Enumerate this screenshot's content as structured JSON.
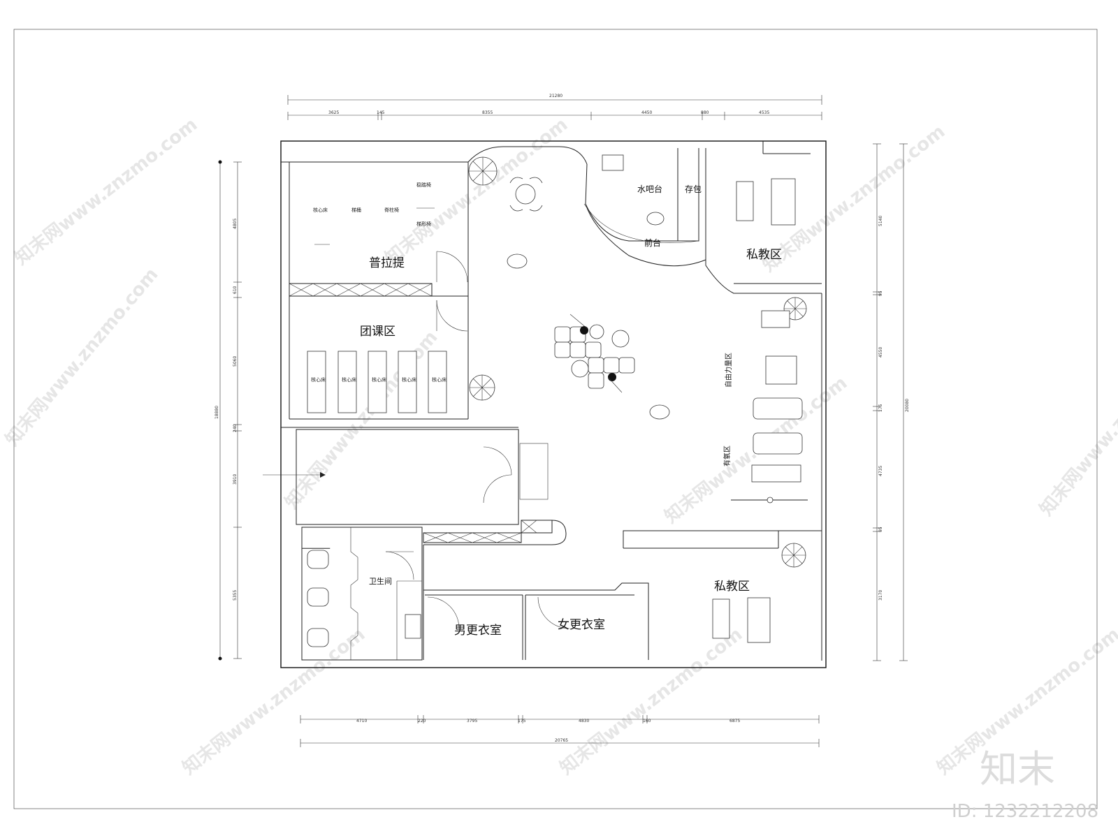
{
  "rooms": {
    "pilates": "普拉提",
    "group_class": "团课区",
    "water_bar": "水吧台",
    "bag_storage": "存包",
    "front_desk": "前台",
    "private_training_top": "私教区",
    "private_training_bottom": "私教区",
    "free_weights": "自由力量区",
    "cardio": "有氧区",
    "restroom": "卫生间",
    "mens_locker": "男更衣室",
    "womens_locker": "女更衣室"
  },
  "small_labels": {
    "equip_1": "稳踏椅",
    "equip_2": "核心床",
    "equip_3": "梯桶",
    "equip_4": "脊柱椅",
    "equip_5": "梯形椅",
    "core_bed": "核心床"
  },
  "dimensions": {
    "top_total": "21280",
    "top_segments": [
      "3625",
      "145",
      "8355",
      "4450",
      "880",
      "4535"
    ],
    "bottom_total": "20765",
    "bottom_segments": [
      "4710",
      "220",
      "3795",
      "175",
      "4830",
      "160",
      "6875"
    ],
    "left_total": "18880",
    "left_segments": [
      "4805",
      "610",
      "5060",
      "240",
      "3910",
      "5355"
    ],
    "right_total": "20080",
    "right_segments": [
      "5140",
      "95",
      "4550",
      "175",
      "4735",
      "95",
      "3170"
    ]
  },
  "watermark": {
    "repeat_text": "知末网www.znzmo.com",
    "brand": "知末",
    "id": "ID: 1232212208"
  },
  "colors": {
    "line": "#222222",
    "watermark": "#e6e6e6",
    "background": "#ffffff"
  }
}
